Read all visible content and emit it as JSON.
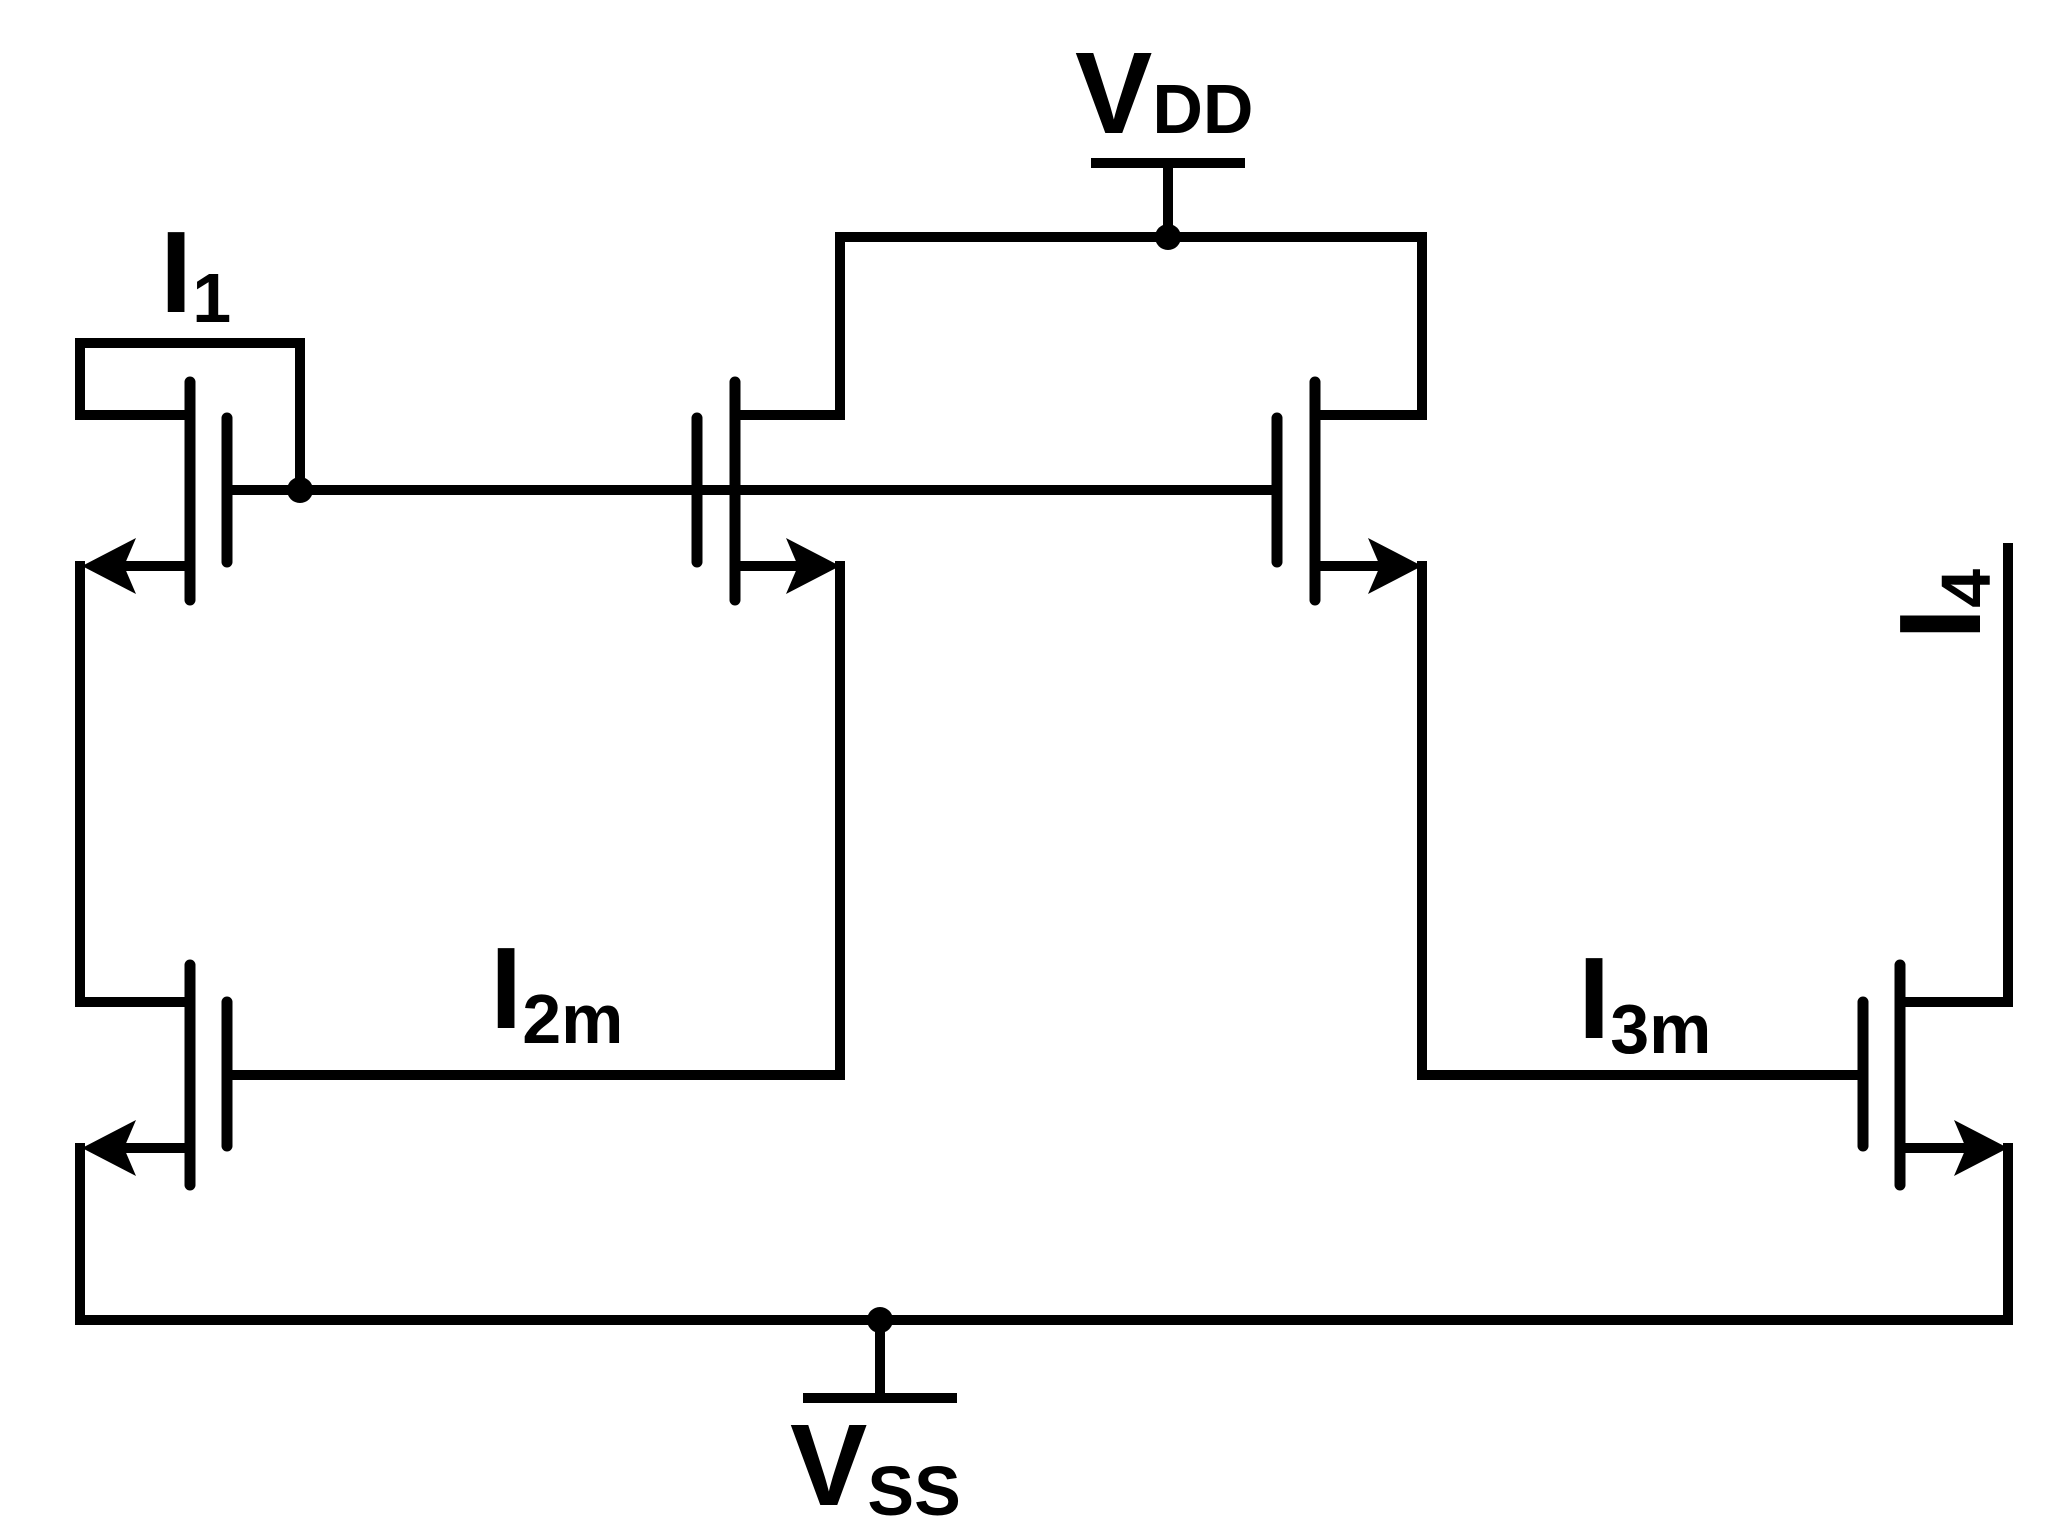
{
  "labels": {
    "vdd": {
      "main": "V",
      "sub": "DD"
    },
    "vss": {
      "main": "V",
      "sub": "SS"
    },
    "i1": {
      "main": "I",
      "sub": "1"
    },
    "i2m": {
      "main": "I",
      "sub": "2m"
    },
    "i3m": {
      "main": "I",
      "sub": "3m"
    },
    "i4": {
      "main": "I",
      "sub": "4"
    }
  },
  "colors": {
    "ink": "#000000",
    "background": "#ffffff"
  }
}
